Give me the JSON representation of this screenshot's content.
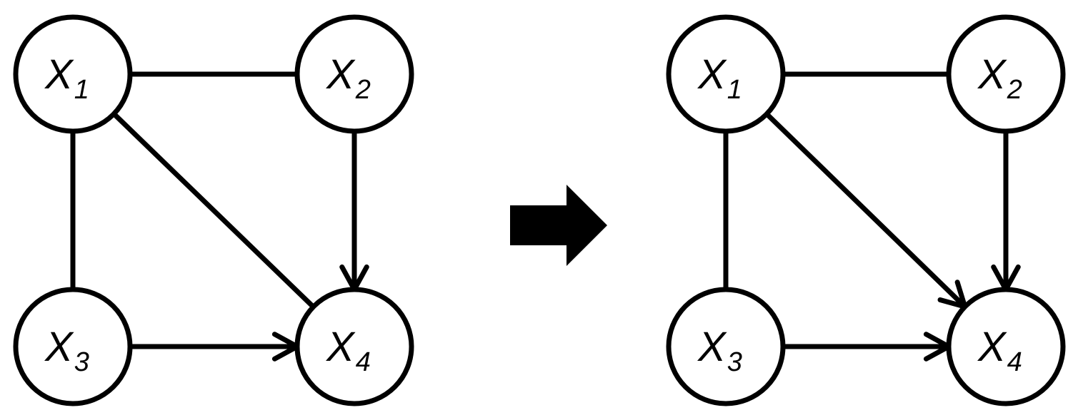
{
  "diagrams": [
    {
      "id": "before",
      "nodes": [
        {
          "id": "x1",
          "var": "X",
          "index": "1"
        },
        {
          "id": "x2",
          "var": "X",
          "index": "2"
        },
        {
          "id": "x3",
          "var": "X",
          "index": "3"
        },
        {
          "id": "x4",
          "var": "X",
          "index": "4"
        }
      ],
      "edges": [
        {
          "from": "x1",
          "to": "x2",
          "directed": false
        },
        {
          "from": "x1",
          "to": "x3",
          "directed": false
        },
        {
          "from": "x1",
          "to": "x4",
          "directed": false
        },
        {
          "from": "x2",
          "to": "x4",
          "directed": true
        },
        {
          "from": "x3",
          "to": "x4",
          "directed": true
        }
      ]
    },
    {
      "id": "after",
      "nodes": [
        {
          "id": "x1",
          "var": "X",
          "index": "1"
        },
        {
          "id": "x2",
          "var": "X",
          "index": "2"
        },
        {
          "id": "x3",
          "var": "X",
          "index": "3"
        },
        {
          "id": "x4",
          "var": "X",
          "index": "4"
        }
      ],
      "edges": [
        {
          "from": "x1",
          "to": "x2",
          "directed": false
        },
        {
          "from": "x1",
          "to": "x3",
          "directed": false
        },
        {
          "from": "x1",
          "to": "x4",
          "directed": true
        },
        {
          "from": "x2",
          "to": "x4",
          "directed": true
        },
        {
          "from": "x3",
          "to": "x4",
          "directed": true
        }
      ]
    }
  ],
  "transition": {
    "icon": "right-block-arrow-icon",
    "color": "#000000"
  },
  "colors": {
    "stroke": "#000000",
    "fill": "#ffffff"
  }
}
